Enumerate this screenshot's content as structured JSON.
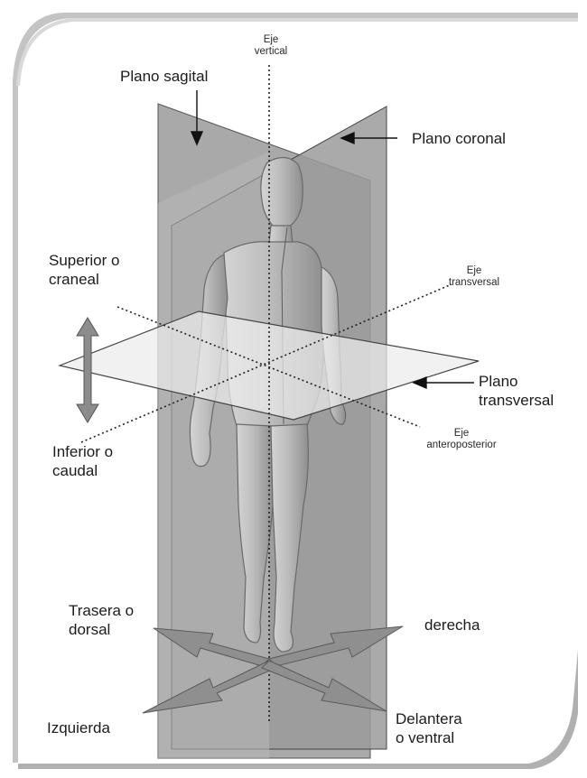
{
  "diagram": {
    "labels": {
      "eje_vertical": [
        "Eje",
        "vertical"
      ],
      "plano_sagital": "Plano sagital",
      "plano_coronal": "Plano coronal",
      "superior": [
        "Superior o",
        "craneal"
      ],
      "eje_transversal": [
        "Eje",
        "transversal"
      ],
      "plano_transversal": [
        "Plano",
        "transversal"
      ],
      "eje_anteroposterior": [
        "Eje",
        "anteroposterior"
      ],
      "inferior": [
        "Inferior o",
        "caudal"
      ],
      "trasera": [
        "Trasera o",
        "dorsal"
      ],
      "derecha": "derecha",
      "izquierda": "Izquierda",
      "delantera": [
        "Delantera",
        "o ventral"
      ]
    },
    "colors": {
      "background": "#ffffff",
      "frame_shadow": "#bdbdbd",
      "sagittal_plane": "#a9a9a9",
      "coronal_plane": "#9a9a9a",
      "transverse_plane": "#e9e9e9",
      "body_fill": "#b4b4b4",
      "arrows": "#8c8c8c",
      "text": "#1c1c1c"
    }
  }
}
